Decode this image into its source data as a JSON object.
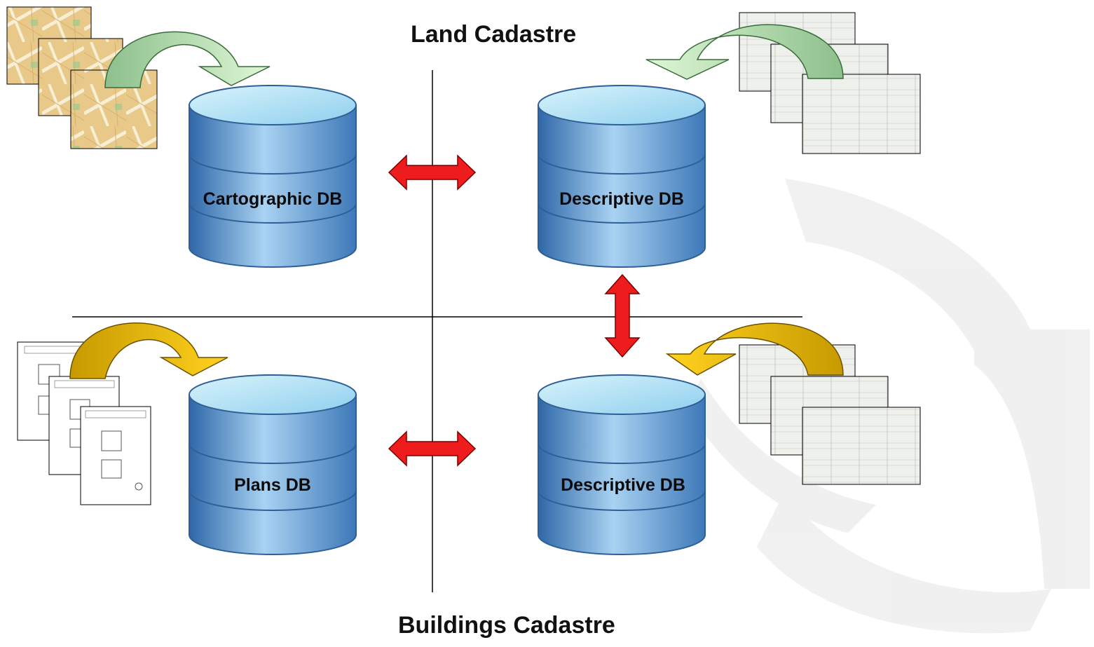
{
  "sections": {
    "top_title": "Land Cadastre",
    "bottom_title": "Buildings Cadastre"
  },
  "databases": {
    "cartographic": "Cartographic DB",
    "descriptive_land": "Descriptive DB",
    "plans": "Plans DB",
    "descriptive_buildings": "Descriptive DB"
  },
  "colors": {
    "db_fill": "#7eaad8",
    "db_top": "#b8e4f6",
    "db_stroke": "#2e5f96",
    "double_arrow": "#ee1c1c",
    "land_arrow": "#b5dfb0",
    "buildings_arrow": "#f5c400",
    "divider": "#000000",
    "map_paper": "#e8c98a",
    "register_paper": "#eef0ec"
  }
}
